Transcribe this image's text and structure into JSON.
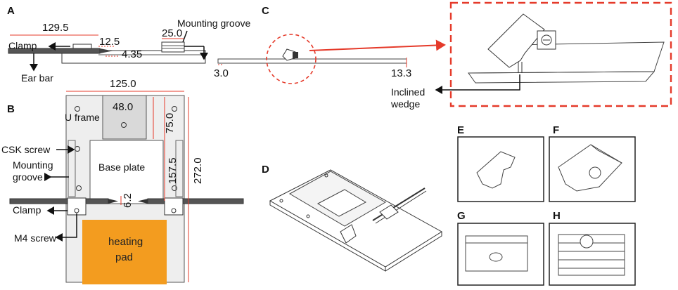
{
  "panels": {
    "A": "A",
    "B": "B",
    "C": "C",
    "D": "D",
    "E": "E",
    "F": "F",
    "G": "G",
    "H": "H"
  },
  "panel_a": {
    "dims": {
      "d1": "129.5",
      "d2": "12.5",
      "d3": "4.35",
      "d4": "25.0"
    },
    "labels": {
      "mounting_groove": "Mounting groove",
      "clamp": "Clamp",
      "ear_bar": "Ear bar"
    }
  },
  "panel_b": {
    "dims": {
      "width": "125.0",
      "u_frame": "48.0",
      "d75": "75.0",
      "d157": "157.5",
      "d272": "272.0",
      "d62": "6.2"
    },
    "labels": {
      "u_frame": "U frame",
      "csk_screw": "CSK screw",
      "mounting": "Mounting",
      "groove": "groove",
      "base_plate": "Base plate",
      "clamp": "Clamp",
      "m4_screw": "M4 screw",
      "heating": "heating",
      "pad": "pad"
    },
    "colors": {
      "pad": "#f39c1f",
      "dimension": "#e53a2a"
    }
  },
  "panel_c": {
    "dims": {
      "d30": "3.0",
      "d133": "13.3"
    },
    "labels": {
      "inclined": "Inclined",
      "wedge": "wedge"
    },
    "colors": {
      "highlight": "#e53a2a"
    }
  }
}
